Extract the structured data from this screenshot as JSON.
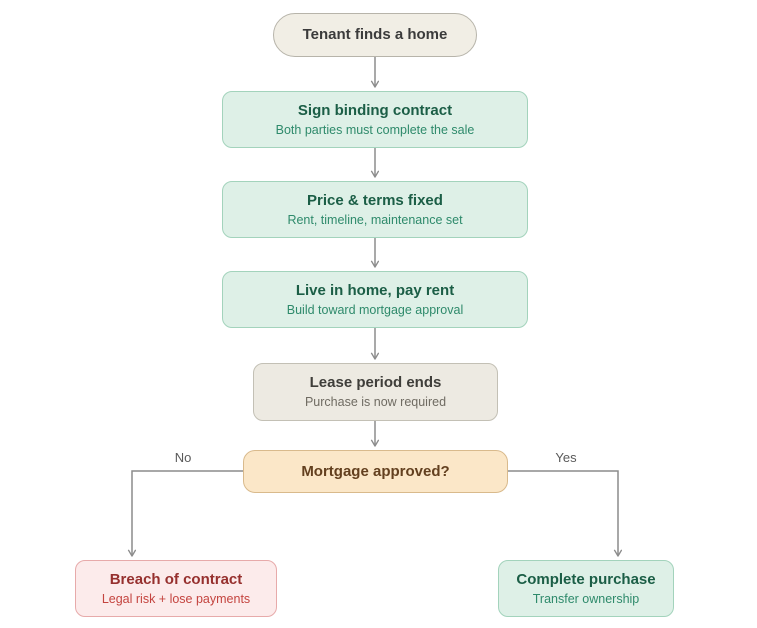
{
  "diagram": {
    "type": "flowchart",
    "nodes": {
      "start": {
        "title": "Tenant finds a home"
      },
      "sign": {
        "title": "Sign binding contract",
        "subtitle": "Both parties must complete the sale"
      },
      "price": {
        "title": "Price & terms fixed",
        "subtitle": "Rent, timeline, maintenance set"
      },
      "live": {
        "title": "Live in home, pay rent",
        "subtitle": "Build toward mortgage approval"
      },
      "lease": {
        "title": "Lease period ends",
        "subtitle": "Purchase is now required"
      },
      "decision": {
        "title": "Mortgage approved?"
      },
      "breach": {
        "title": "Breach of contract",
        "subtitle": "Legal risk + lose payments"
      },
      "complete": {
        "title": "Complete purchase",
        "subtitle": "Transfer ownership"
      }
    },
    "edges": {
      "no_label": "No",
      "yes_label": "Yes"
    },
    "colors": {
      "background": "#ffffff",
      "arrow": "#8c8c8c",
      "start_fill": "#f1eee5",
      "start_border": "#b7b4aa",
      "start_text": "#3b3b3b",
      "green_fill": "#def0e7",
      "green_border": "#a3d3bc",
      "green_title": "#1b5e46",
      "green_subtitle": "#2e8a6b",
      "neutral_fill": "#edeae2",
      "neutral_border": "#c3c0b5",
      "neutral_title": "#3f3e3a",
      "neutral_subtitle": "#6f6b62",
      "decision_fill": "#fbe7c8",
      "decision_border": "#d9ba8c",
      "decision_text": "#63401f",
      "danger_fill": "#fcebeb",
      "danger_border": "#e7aaaa",
      "danger_title": "#96302e",
      "danger_subtitle": "#c4443f"
    }
  }
}
